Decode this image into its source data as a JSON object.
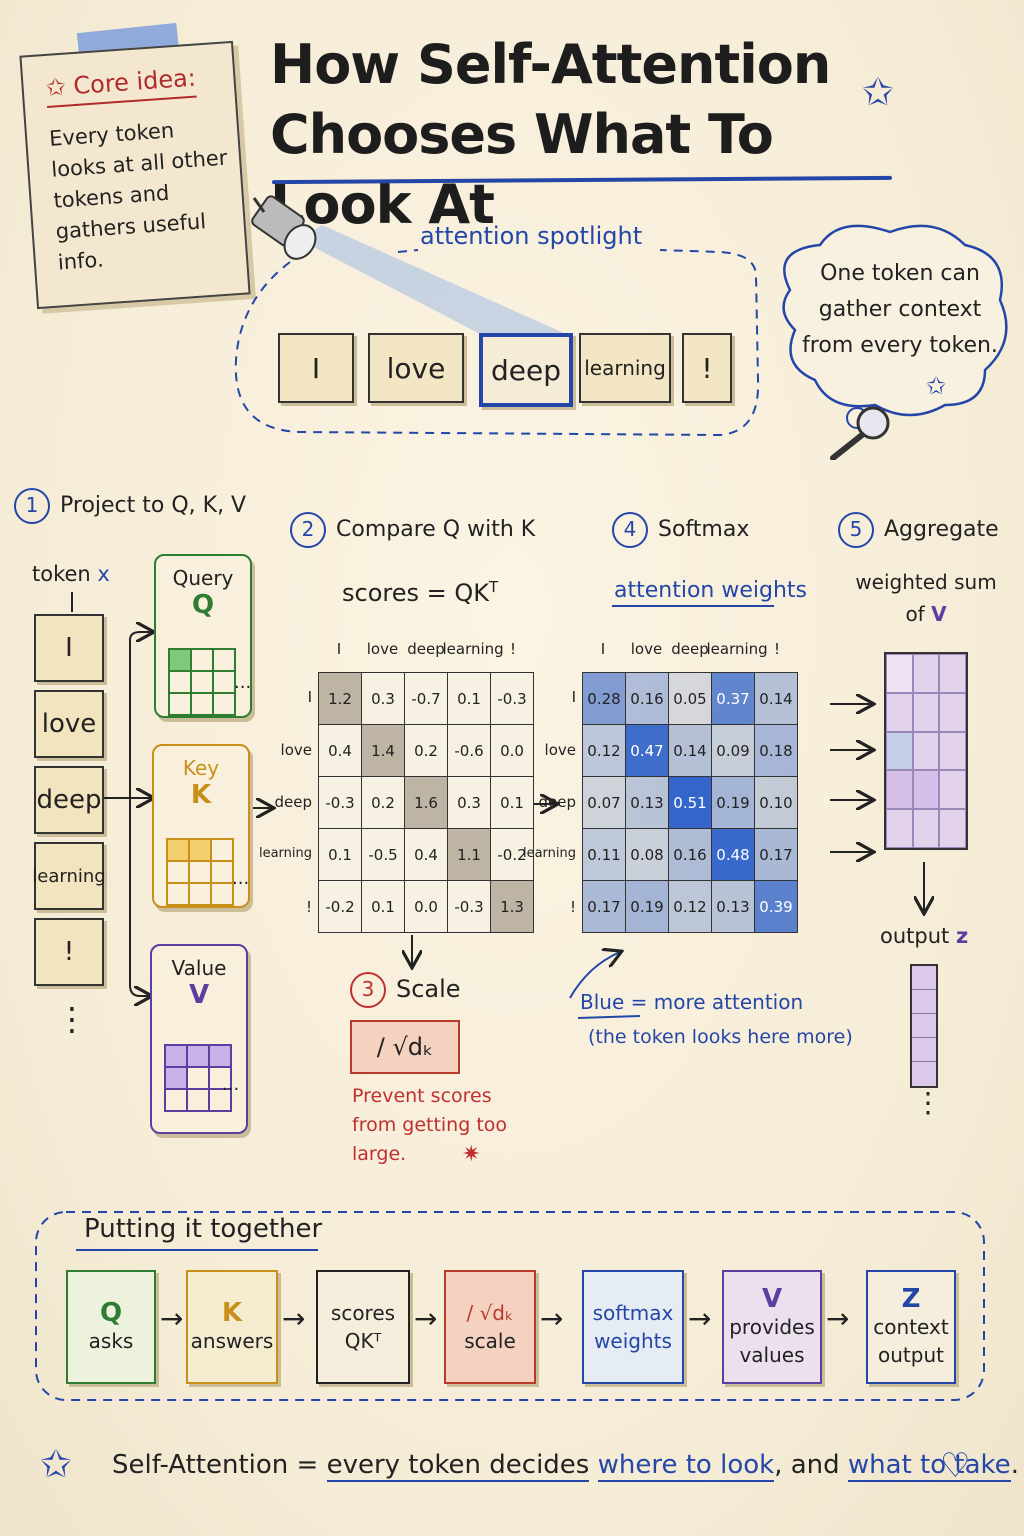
{
  "title": {
    "line1": "How Self-Attention",
    "line2": "Chooses What To Look At"
  },
  "note": {
    "heading": "Core idea:",
    "body": "Every token looks at all other tokens and gathers useful info."
  },
  "spotlight": {
    "label": "attention spotlight",
    "tokens": [
      "I",
      "love",
      "deep",
      "learning",
      "!"
    ],
    "highlighted_index": 2
  },
  "cloud": {
    "text": "One token can gather context from every token."
  },
  "steps": {
    "s1": {
      "num": "1",
      "label": "Project to Q, K, V"
    },
    "s2": {
      "num": "2",
      "label": "Compare Q with K"
    },
    "s3": {
      "num": "3",
      "label": "Scale"
    },
    "s4": {
      "num": "4",
      "label": "Softmax"
    },
    "s5": {
      "num": "5",
      "label": "Aggregate"
    }
  },
  "input": {
    "label": "token",
    "var": "x",
    "tokens": [
      "I",
      "love",
      "deep",
      "learning",
      "!"
    ],
    "more": "⋮"
  },
  "qkv": {
    "q": {
      "label": "Query",
      "letter": "Q",
      "color": "#2e7d32",
      "fill": "#7fc97a"
    },
    "k": {
      "label": "Key",
      "letter": "K",
      "color": "#c8901a",
      "fill": "#f2cf6c"
    },
    "v": {
      "label": "Value",
      "letter": "V",
      "color": "#5b3fa0",
      "fill": "#c9b0e6"
    },
    "ellipsis": "..."
  },
  "scores": {
    "formula_left": "scores = QK",
    "formula_sup": "T",
    "cols": [
      "I",
      "love",
      "deep",
      "learning",
      "!"
    ],
    "rows": [
      "I",
      "love",
      "deep",
      "learning",
      "!"
    ],
    "values": [
      [
        "1.2",
        "0.3",
        "-0.7",
        "0.1",
        "-0.3"
      ],
      [
        "0.4",
        "1.4",
        "0.2",
        "-0.6",
        "0.0"
      ],
      [
        "-0.3",
        "0.2",
        "1.6",
        "0.3",
        "0.1"
      ],
      [
        "0.1",
        "-0.5",
        "0.4",
        "1.1",
        "-0.2"
      ],
      [
        "-0.2",
        "0.1",
        "0.0",
        "-0.3",
        "1.3"
      ]
    ]
  },
  "scale": {
    "formula": "/ √dₖ",
    "note": "Prevent scores from getting too large."
  },
  "softmax": {
    "label": "attention weights",
    "cols": [
      "I",
      "love",
      "deep",
      "learning",
      "!"
    ],
    "rows": [
      "I",
      "love",
      "deep",
      "learning",
      "!"
    ],
    "values": [
      [
        "0.28",
        "0.16",
        "0.05",
        "0.37",
        "0.14"
      ],
      [
        "0.12",
        "0.47",
        "0.14",
        "0.09",
        "0.18"
      ],
      [
        "0.07",
        "0.13",
        "0.51",
        "0.19",
        "0.10"
      ],
      [
        "0.11",
        "0.08",
        "0.16",
        "0.48",
        "0.17"
      ],
      [
        "0.17",
        "0.19",
        "0.12",
        "0.13",
        "0.39"
      ]
    ],
    "legend_head": "Blue = more attention",
    "legend_sub": "(the token looks here more)"
  },
  "aggregate": {
    "label1": "weighted sum",
    "label2": "of",
    "var": "V",
    "output_label": "output",
    "output_var": "z",
    "more": "⋮"
  },
  "summary": {
    "heading": "Putting it together",
    "boxes": [
      {
        "top": "Q",
        "bottom": "asks",
        "color": "#2e7d32",
        "bg": "#edf2dc"
      },
      {
        "top": "K",
        "bottom": "answers",
        "color": "#c8901a",
        "bg": "#f5ecd0"
      },
      {
        "top": "scores",
        "bottom": "QKᵀ",
        "color": "#222222",
        "bg": "#f5eedd"
      },
      {
        "top": "/ √dₖ",
        "bottom": "scale",
        "color": "#b83a2a",
        "bg": "#f5d2c0"
      },
      {
        "top": "softmax",
        "bottom": "weights",
        "color": "#2446a8",
        "bg": "#e6ecf3"
      },
      {
        "top": "V",
        "bottom": "provides values",
        "color": "#5b3fa0",
        "bg": "#ece0ef"
      },
      {
        "top": "Z",
        "bottom": "context output",
        "color": "#2446a8",
        "bg": "#f5eedd"
      }
    ]
  },
  "footer": {
    "part1": "Self-Attention = ",
    "part2": "every token decides",
    "part3": "where to look",
    "part4": ", and ",
    "part5": "what to take",
    "part6": "."
  },
  "colors": {
    "accent": "#2446a8",
    "red": "#c03030",
    "paper": "#f7efdc"
  }
}
